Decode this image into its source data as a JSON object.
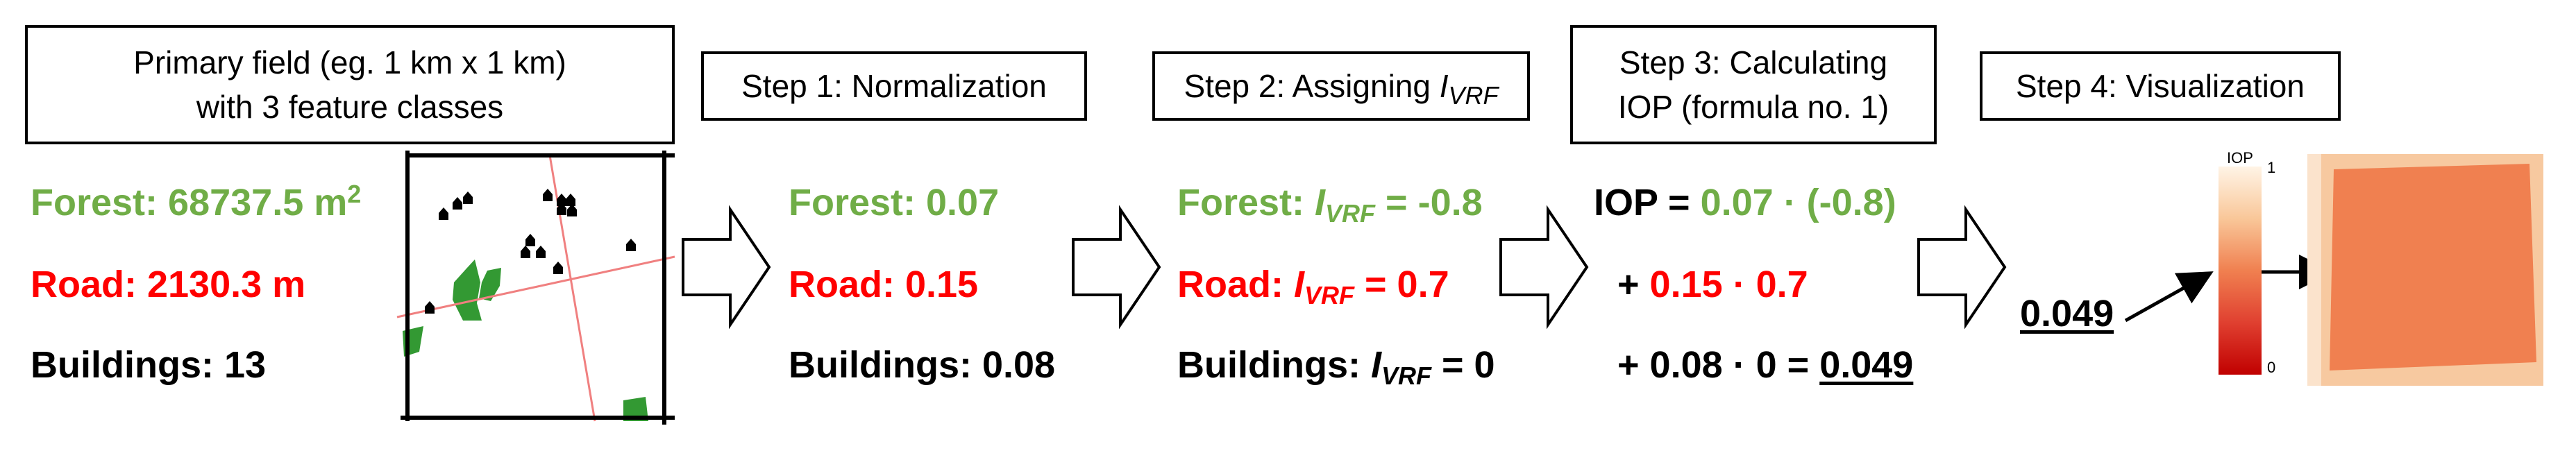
{
  "boxes": {
    "primary_line1": "Primary field (eg. 1 km x 1 km)",
    "primary_line2": "with 3 feature classes",
    "step1": "Step 1: Normalization",
    "step2_prefix": "Step 2: Assigning ",
    "step2_I": "I",
    "step2_sub": "VRF",
    "step3_line1": "Step 3: Calculating",
    "step3_line2": "IOP (formula no. 1)",
    "step4": "Step 4: Visualization"
  },
  "col0": {
    "forest_label": "Forest: ",
    "forest_value": "68737.5 m",
    "forest_sup": "2",
    "road": "Road: 2130.3 m",
    "buildings": "Buildings: 13"
  },
  "col1": {
    "forest": "Forest: 0.07",
    "road": "Road: 0.15",
    "buildings": "Buildings: 0.08"
  },
  "col2": {
    "forest_label": "Forest: ",
    "forest_value": " = -0.8",
    "road_label": "Road: ",
    "road_value": " = 0.7",
    "buildings_label": "Buildings: ",
    "buildings_value": " = 0",
    "I": "I",
    "sub": "VRF"
  },
  "col3": {
    "iop_label": "IOP = ",
    "iop_term1": "0.07 · (-0.8)",
    "line2_plus": "+ ",
    "line2_term": "0.15 · 0.7",
    "line3_text": "+ 0.08 · 0 = ",
    "line3_result": "0.049"
  },
  "col4": {
    "result": "0.049"
  },
  "colorbar": {
    "title": "IOP",
    "max": "1",
    "min": "0"
  },
  "colors": {
    "forest": "#70ad47",
    "road": "#ff0000",
    "map_forest": "#339933",
    "map_road": "#f08080",
    "heat_cell": "#f08050",
    "heat_outer": "#f7c9a0"
  }
}
